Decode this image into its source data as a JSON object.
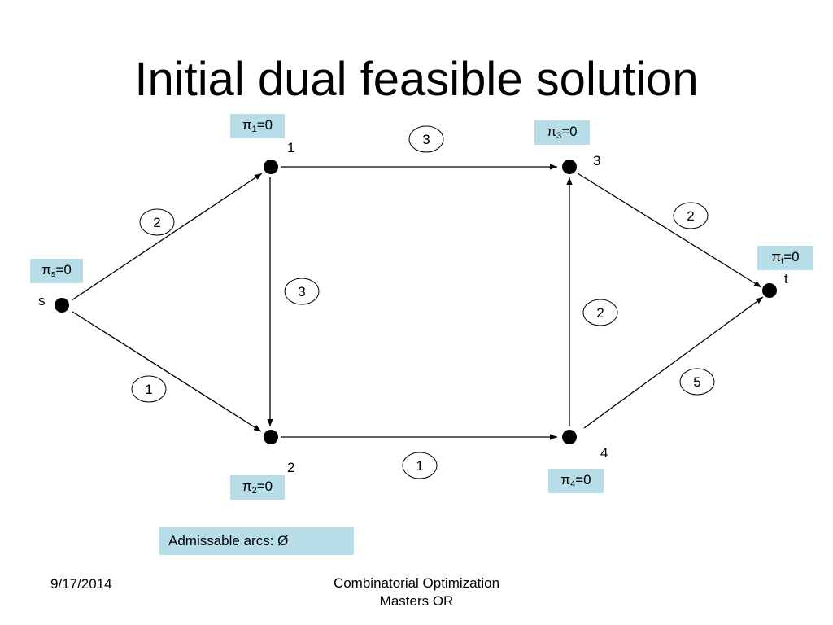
{
  "slide": {
    "title": "Initial dual feasible solution"
  },
  "nodes": [
    {
      "id": "s",
      "label": "s"
    },
    {
      "id": "1",
      "label": "1"
    },
    {
      "id": "2",
      "label": "2"
    },
    {
      "id": "3",
      "label": "3"
    },
    {
      "id": "4",
      "label": "4"
    },
    {
      "id": "t",
      "label": "t"
    }
  ],
  "edges": [
    {
      "from": "s",
      "to": "1",
      "weight": "2"
    },
    {
      "from": "s",
      "to": "2",
      "weight": "1"
    },
    {
      "from": "1",
      "to": "2",
      "weight": "3"
    },
    {
      "from": "1",
      "to": "3",
      "weight": "3"
    },
    {
      "from": "2",
      "to": "4",
      "weight": "1"
    },
    {
      "from": "4",
      "to": "3",
      "weight": "2"
    },
    {
      "from": "3",
      "to": "t",
      "weight": "2"
    },
    {
      "from": "4",
      "to": "t",
      "weight": "5"
    }
  ],
  "potentials": {
    "symbol": "π",
    "s": {
      "sub": "s",
      "value": "=0"
    },
    "n1": {
      "sub": "1",
      "value": "=0"
    },
    "n2": {
      "sub": "2",
      "value": "=0"
    },
    "n3": {
      "sub": "3",
      "value": "=0"
    },
    "n4": {
      "sub": "4",
      "value": "=0"
    },
    "t": {
      "sub": "t",
      "value": "=0"
    }
  },
  "admissable": {
    "label": "Admissable arcs: Ø"
  },
  "footer": {
    "date": "9/17/2014",
    "line1": "Combinatorial Optimization",
    "line2": "Masters OR"
  }
}
